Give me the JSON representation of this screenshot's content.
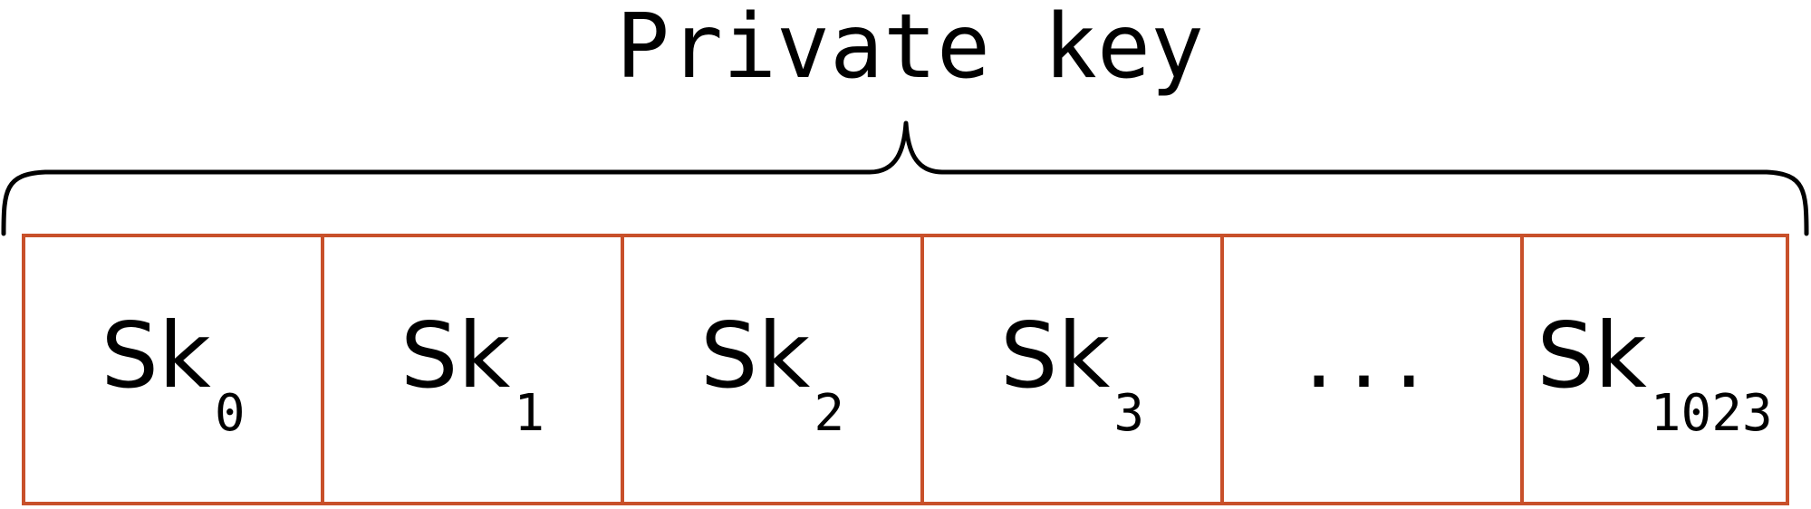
{
  "title": "Private key",
  "key_parts": [
    {
      "base": "Sk",
      "sub": "0"
    },
    {
      "base": "Sk",
      "sub": "1"
    },
    {
      "base": "Sk",
      "sub": "2"
    },
    {
      "base": "Sk",
      "sub": "3"
    },
    {
      "base": "...",
      "sub": ""
    },
    {
      "base": "Sk",
      "sub": "1023"
    }
  ],
  "colors": {
    "box_border": "#c8502a",
    "text": "#000000",
    "brace": "#000000"
  }
}
